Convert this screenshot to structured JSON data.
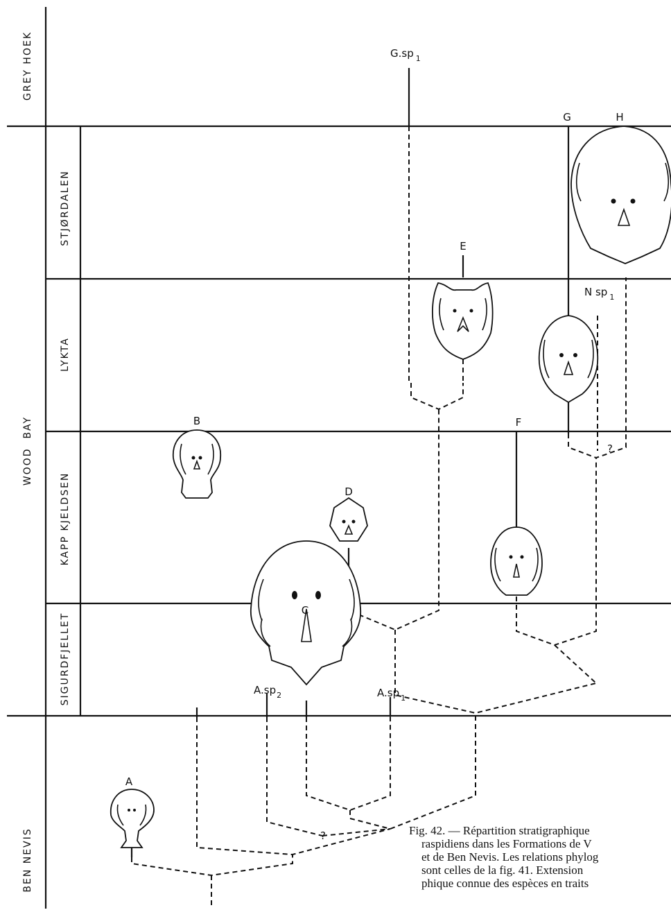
{
  "formations": {
    "grey_hoek": "GREY HOEK",
    "wood_bay": "WOOD  BAY",
    "ben_nevis": "BEN NEVIS"
  },
  "members": {
    "stjordalen": "STJØRDALEN",
    "lykta": "LYKTA",
    "kapp_kjeldsen": "KAPP KJELDSEN",
    "sigurdfjellet": "SIGURDFJELLET"
  },
  "taxa": {
    "a": "A",
    "b": "B",
    "c": "C",
    "d": "D",
    "e": "E",
    "f": "F",
    "g": "G",
    "h": "H",
    "g_sp1": "G.sp",
    "g_sp1_sub": "1",
    "n_sp1": "N sp",
    "n_sp1_sub": "1",
    "a_sp1": "A.sp",
    "a_sp1_sub": "1",
    "a_sp2": "A.sp",
    "a_sp2_sub": "2",
    "uncertain_1": "?",
    "uncertain_2": "?"
  },
  "caption": {
    "line1": "Fig. 42. — Répartition stratigraphique",
    "line2": "raspidiens dans les Formations de V",
    "line3": "et de Ben Nevis. Les relations phylog",
    "line4": "sont celles de la fig. 41. Extension",
    "line5": "phique connue des espèces en traits"
  }
}
